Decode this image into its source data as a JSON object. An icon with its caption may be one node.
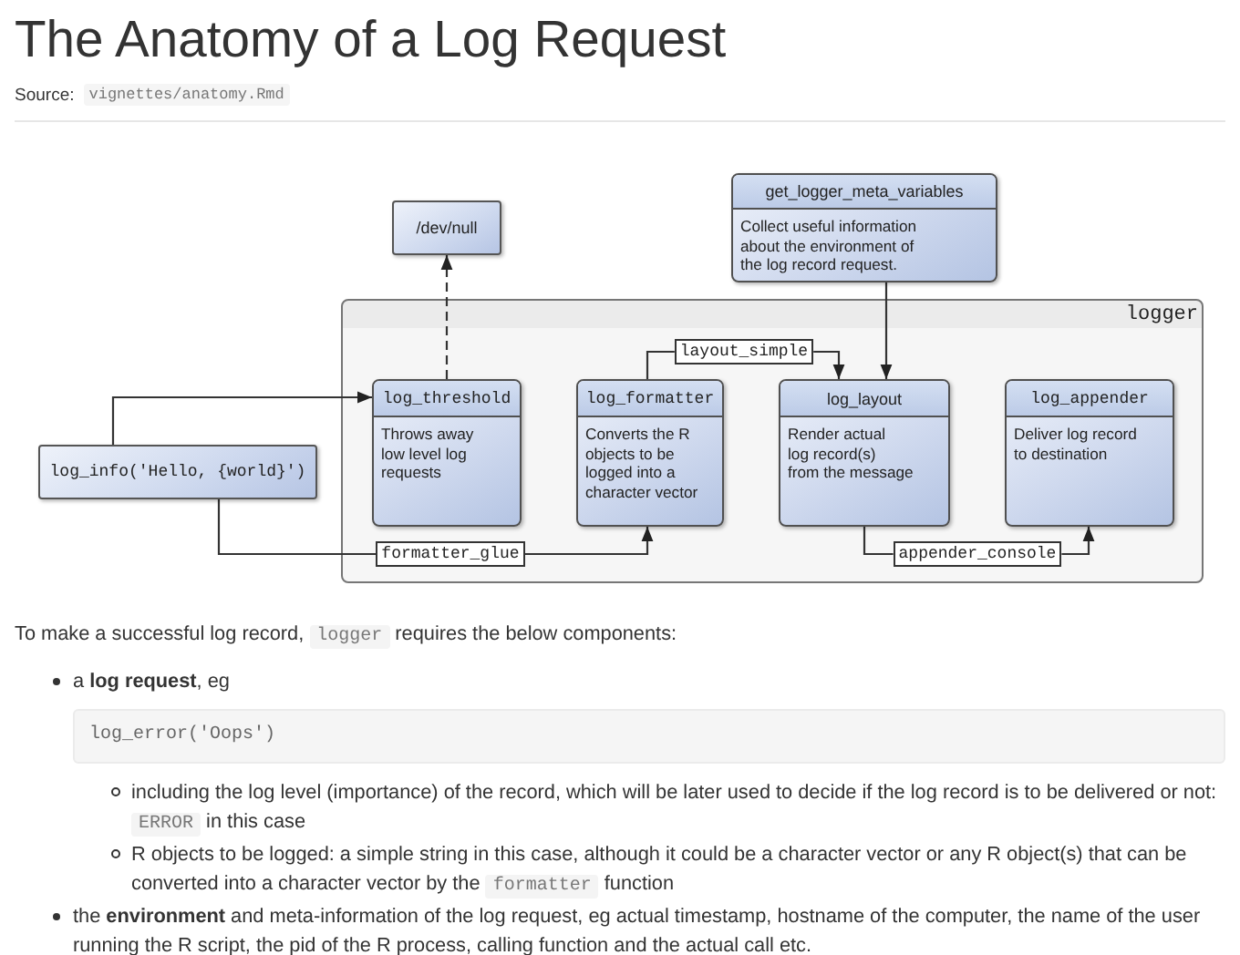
{
  "diagram": {
    "title": "The Anatomy of a Log Request",
    "nodes": [
      {
        "text": [
          "/dev/null"
        ]
      },
      {
        "text": [
          "get_logger_meta_variables",
          "Collect useful information about the environment of the log record request."
        ]
      },
      {
        "text": [
          "logger"
        ]
      },
      {
        "text": [
          "log_info('Hello, {world}')"
        ]
      },
      {
        "text": [
          "log_threshold",
          "Throws away low level log requests"
        ],
        "in": 2
      },
      {
        "text": [
          "log_formatter",
          "Converts the R objects to be logged into a character vector"
        ],
        "in": 2
      },
      {
        "text": [
          "log_layout",
          "Render actual log record(s) from the message"
        ],
        "in": 2
      },
      {
        "text": [
          "log_appender",
          "Deliver log record to destination"
        ],
        "in": 2
      }
    ],
    "edges": [
      {
        "from": 3,
        "to": 4,
        "arrow": "to"
      },
      {
        "from": 4,
        "to": 0,
        "arrow": "to",
        "style": "dashed"
      },
      {
        "from": 3,
        "to": 5,
        "arrow": "to",
        "label": "formatter_glue"
      },
      {
        "from": 5,
        "to": 6,
        "arrow": "to",
        "label": "layout_simple"
      },
      {
        "from": 1,
        "to": 6,
        "arrow": "to"
      },
      {
        "from": 6,
        "to": 7,
        "arrow": "to",
        "label": "appender_console"
      }
    ],
    "labels": [
      "Source:",
      "vignettes/anatomy.Rmd",
      "To make a successful log record,",
      "logger",
      "requires the below components:",
      "a **log request**, eg",
      "log_error('Oops')",
      "including the log level (importance) of the record, which will be later used to decide if the log record is to be delivered or not:",
      "ERROR",
      "in this case",
      "R objects to be logged: a simple string in this case, although it could be a character vector or any R object(s) that can be converted into a character vector by the",
      "formatter",
      "function",
      "the **environment** and meta-information of the log request, eg actual timestamp, hostname of the computer, the name of the user running the R script, the pid of the R process, calling function and the actual call etc."
    ]
  }
}
